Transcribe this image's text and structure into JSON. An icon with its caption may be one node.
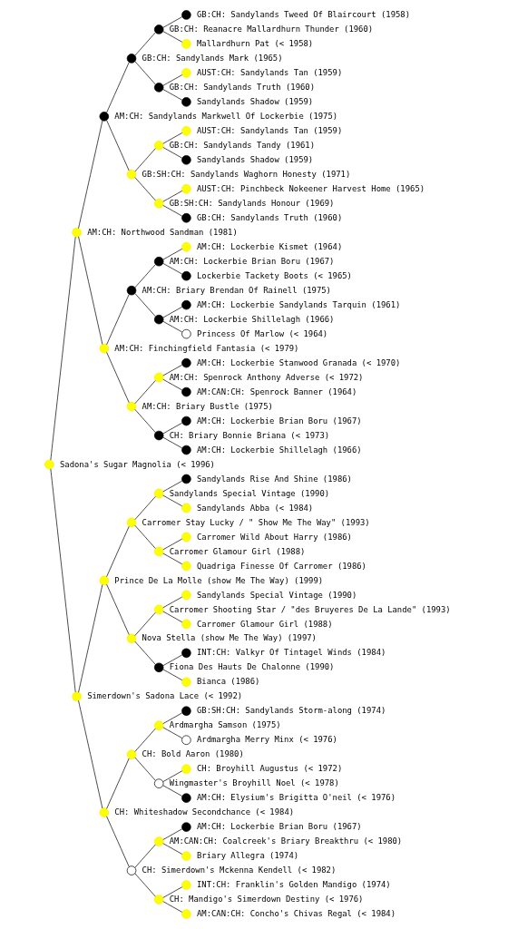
{
  "diagram": {
    "nodes": [
      {
        "text": [],
        "shape": "circle",
        "beside": [
          "GB:CH: Sandylands Tweed Of Blaircourt (1958)"
        ]
      },
      {
        "text": [],
        "shape": "circle",
        "beside": [
          "GB:CH: Reanacre Mallardhurn Thunder (1960)"
        ]
      },
      {
        "text": [],
        "shape": "circle",
        "beside": [
          "Mallardhurn Pat (< 1958)"
        ]
      },
      {
        "text": [],
        "shape": "circle",
        "beside": [
          "GB:CH: Sandylands Mark (1965)"
        ]
      },
      {
        "text": [],
        "shape": "circle",
        "beside": [
          "AUST:CH: Sandylands Tan (1959)"
        ]
      },
      {
        "text": [],
        "shape": "circle",
        "beside": [
          "GB:CH: Sandylands Truth (1960)"
        ]
      },
      {
        "text": [],
        "shape": "circle",
        "beside": [
          "Sandylands Shadow (1959)"
        ]
      },
      {
        "text": [],
        "shape": "circle",
        "beside": [
          "AM:CH: Sandylands Markwell Of Lockerbie (1975)"
        ]
      },
      {
        "text": [],
        "shape": "circle",
        "beside": [
          "AUST:CH: Sandylands Tan (1959)"
        ]
      },
      {
        "text": [],
        "shape": "circle",
        "beside": [
          "GB:CH: Sandylands Tandy (1961)"
        ]
      },
      {
        "text": [],
        "shape": "circle",
        "beside": [
          "Sandylands Shadow (1959)"
        ]
      },
      {
        "text": [],
        "shape": "circle",
        "beside": [
          "GB:SH:CH: Sandylands Waghorn Honesty (1971)"
        ]
      },
      {
        "text": [],
        "shape": "circle",
        "beside": [
          "AUST:CH: Pinchbeck Nokeener Harvest Home (1965)"
        ]
      },
      {
        "text": [],
        "shape": "circle",
        "beside": [
          "GB:SH:CH: Sandylands Honour (1969)"
        ]
      },
      {
        "text": [],
        "shape": "circle",
        "beside": [
          "GB:CH: Sandylands Truth (1960)"
        ]
      },
      {
        "text": [],
        "shape": "circle",
        "beside": [
          "AM:CH: Northwood Sandman (1981)"
        ]
      },
      {
        "text": [],
        "shape": "circle",
        "beside": [
          "AM:CH: Lockerbie Kismet (1964)"
        ]
      },
      {
        "text": [],
        "shape": "circle",
        "beside": [
          "AM:CH: Lockerbie Brian Boru (1967)"
        ]
      },
      {
        "text": [],
        "shape": "circle",
        "beside": [
          "Lockerbie Tackety Boots (< 1965)"
        ]
      },
      {
        "text": [],
        "shape": "circle",
        "beside": [
          "AM:CH: Briary Brendan Of Rainell (1975)"
        ]
      },
      {
        "text": [],
        "shape": "circle",
        "beside": [
          "AM:CH: Lockerbie Sandylands Tarquin (1961)"
        ]
      },
      {
        "text": [],
        "shape": "circle",
        "beside": [
          "AM:CH: Lockerbie Shillelagh (1966)"
        ]
      },
      {
        "text": [],
        "shape": "circle",
        "beside": [
          "Princess Of Marlow (< 1964)"
        ]
      },
      {
        "text": [],
        "shape": "circle",
        "beside": [
          "AM:CH: Finchingfield Fantasia (< 1979)"
        ]
      },
      {
        "text": [],
        "shape": "circle",
        "beside": [
          "AM:CH: Lockerbie Stanwood Granada (< 1970)"
        ]
      },
      {
        "text": [],
        "shape": "circle",
        "beside": [
          "AM:CH: Spenrock Anthony Adverse (< 1972)"
        ]
      },
      {
        "text": [],
        "shape": "circle",
        "beside": [
          "AM:CAN:CH: Spenrock Banner (1964)"
        ]
      },
      {
        "text": [],
        "shape": "circle",
        "beside": [
          "AM:CH: Briary Bustle (1975)"
        ]
      },
      {
        "text": [],
        "shape": "circle",
        "beside": [
          "AM:CH: Lockerbie Brian Boru (1967)"
        ]
      },
      {
        "text": [],
        "shape": "circle",
        "beside": [
          "CH: Briary Bonnie Briana (< 1973)"
        ]
      },
      {
        "text": [],
        "shape": "circle",
        "beside": [
          "AM:CH: Lockerbie Shillelagh (1966)"
        ]
      },
      {
        "text": [],
        "shape": "circle",
        "beside": [
          "Sadona's Sugar Magnolia (< 1996)"
        ]
      },
      {
        "text": [],
        "shape": "circle",
        "beside": [
          "Sandylands Rise And Shine (1986)"
        ]
      },
      {
        "text": [],
        "shape": "circle",
        "beside": [
          "Sandylands Special Vintage (1990)"
        ]
      },
      {
        "text": [],
        "shape": "circle",
        "beside": [
          "Sandylands Abba (< 1984)"
        ]
      },
      {
        "text": [],
        "shape": "circle",
        "beside": [
          "Carromer Stay Lucky / \" Show Me The Way\" (1993)"
        ]
      },
      {
        "text": [],
        "shape": "circle",
        "beside": [
          "Carromer Wild About Harry (1986)"
        ]
      },
      {
        "text": [],
        "shape": "circle",
        "beside": [
          "Carromer Glamour Girl (1988)"
        ]
      },
      {
        "text": [],
        "shape": "circle",
        "beside": [
          "Quadriga Finesse Of Carromer (1986)"
        ]
      },
      {
        "text": [],
        "shape": "circle",
        "beside": [
          "Prince De La Molle (show Me The Way) (1999)"
        ]
      },
      {
        "text": [],
        "shape": "circle",
        "beside": [
          "Sandylands Special Vintage (1990)"
        ]
      },
      {
        "text": [],
        "shape": "circle",
        "beside": [
          "Carromer Shooting Star / \"des Bruyeres De La Lande\" (1993)"
        ]
      },
      {
        "text": [],
        "shape": "circle",
        "beside": [
          "Carromer Glamour Girl (1988)"
        ]
      },
      {
        "text": [],
        "shape": "circle",
        "beside": [
          "Nova Stella (show Me The Way) (1997)"
        ]
      },
      {
        "text": [],
        "shape": "circle",
        "beside": [
          "INT:CH: Valkyr Of Tintagel Winds (1984)"
        ]
      },
      {
        "text": [],
        "shape": "circle",
        "beside": [
          "Fiona Des Hauts De Chalonne (1990)"
        ]
      },
      {
        "text": [],
        "shape": "circle",
        "beside": [
          "Bianca (1986)"
        ]
      },
      {
        "text": [],
        "shape": "circle",
        "beside": [
          "Simerdown's Sadona Lace (< 1992)"
        ]
      },
      {
        "text": [],
        "shape": "circle",
        "beside": [
          "GB:SH:CH: Sandylands Storm-along (1974)"
        ]
      },
      {
        "text": [],
        "shape": "circle",
        "beside": [
          "Ardmargha Samson (1975)"
        ]
      },
      {
        "text": [],
        "shape": "circle",
        "beside": [
          "Ardmargha Merry Minx (< 1976)"
        ]
      },
      {
        "text": [],
        "shape": "circle",
        "beside": [
          "CH: Bold Aaron (1980)"
        ]
      },
      {
        "text": [],
        "shape": "circle",
        "beside": [
          "CH: Broyhill Augustus (< 1972)"
        ]
      },
      {
        "text": [],
        "shape": "circle",
        "beside": [
          "Wingmaster's Broyhill Noel (< 1978)"
        ]
      },
      {
        "text": [],
        "shape": "circle",
        "beside": [
          "AM:CH: Elysium's Brigitta O'neil (< 1976)"
        ]
      },
      {
        "text": [],
        "shape": "circle",
        "beside": [
          "CH: Whiteshadow Secondchance (< 1984)"
        ]
      },
      {
        "text": [],
        "shape": "circle",
        "beside": [
          "AM:CH: Lockerbie Brian Boru (1967)"
        ]
      },
      {
        "text": [],
        "shape": "circle",
        "beside": [
          "AM:CAN:CH: Coalcreek's Briary Breakthru (< 1980)"
        ]
      },
      {
        "text": [],
        "shape": "circle",
        "beside": [
          "Briary Allegra (1974)"
        ]
      },
      {
        "text": [],
        "shape": "circle",
        "beside": [
          "CH: Simerdown's Mckenna Kendell (< 1982)"
        ]
      },
      {
        "text": [],
        "shape": "circle",
        "beside": [
          "INT:CH: Franklin's Golden Mandigo (1974)"
        ]
      },
      {
        "text": [],
        "shape": "circle",
        "beside": [
          "CH: Mandigo's Simerdown Destiny (< 1976)"
        ]
      },
      {
        "text": [],
        "shape": "circle",
        "beside": [
          "AM:CAN:CH: Concho's Chivas Regal (< 1984)"
        ]
      }
    ],
    "edges": [
      {
        "from": 1,
        "to": 0,
        "arrow": "none"
      },
      {
        "from": 1,
        "to": 2,
        "arrow": "none"
      },
      {
        "from": 3,
        "to": 1,
        "arrow": "none"
      },
      {
        "from": 3,
        "to": 5,
        "arrow": "none"
      },
      {
        "from": 5,
        "to": 4,
        "arrow": "none"
      },
      {
        "from": 5,
        "to": 6,
        "arrow": "none"
      },
      {
        "from": 7,
        "to": 3,
        "arrow": "none"
      },
      {
        "from": 7,
        "to": 11,
        "arrow": "none"
      },
      {
        "from": 9,
        "to": 8,
        "arrow": "none"
      },
      {
        "from": 9,
        "to": 10,
        "arrow": "none"
      },
      {
        "from": 11,
        "to": 9,
        "arrow": "none"
      },
      {
        "from": 11,
        "to": 13,
        "arrow": "none"
      },
      {
        "from": 13,
        "to": 12,
        "arrow": "none"
      },
      {
        "from": 13,
        "to": 14,
        "arrow": "none"
      },
      {
        "from": 15,
        "to": 7,
        "arrow": "none"
      },
      {
        "from": 15,
        "to": 23,
        "arrow": "none"
      },
      {
        "from": 17,
        "to": 16,
        "arrow": "none"
      },
      {
        "from": 17,
        "to": 18,
        "arrow": "none"
      },
      {
        "from": 19,
        "to": 17,
        "arrow": "none"
      },
      {
        "from": 19,
        "to": 21,
        "arrow": "none"
      },
      {
        "from": 21,
        "to": 20,
        "arrow": "none"
      },
      {
        "from": 21,
        "to": 22,
        "arrow": "none"
      },
      {
        "from": 23,
        "to": 19,
        "arrow": "none"
      },
      {
        "from": 23,
        "to": 27,
        "arrow": "none"
      },
      {
        "from": 25,
        "to": 24,
        "arrow": "none"
      },
      {
        "from": 25,
        "to": 26,
        "arrow": "none"
      },
      {
        "from": 27,
        "to": 25,
        "arrow": "none"
      },
      {
        "from": 27,
        "to": 29,
        "arrow": "none"
      },
      {
        "from": 29,
        "to": 28,
        "arrow": "none"
      },
      {
        "from": 29,
        "to": 30,
        "arrow": "none"
      },
      {
        "from": 31,
        "to": 15,
        "arrow": "none"
      },
      {
        "from": 31,
        "to": 47,
        "arrow": "none"
      },
      {
        "from": 33,
        "to": 32,
        "arrow": "none"
      },
      {
        "from": 33,
        "to": 34,
        "arrow": "none"
      },
      {
        "from": 35,
        "to": 33,
        "arrow": "none"
      },
      {
        "from": 35,
        "to": 37,
        "arrow": "none"
      },
      {
        "from": 37,
        "to": 36,
        "arrow": "none"
      },
      {
        "from": 37,
        "to": 38,
        "arrow": "none"
      },
      {
        "from": 39,
        "to": 35,
        "arrow": "none"
      },
      {
        "from": 39,
        "to": 43,
        "arrow": "none"
      },
      {
        "from": 41,
        "to": 40,
        "arrow": "none"
      },
      {
        "from": 41,
        "to": 42,
        "arrow": "none"
      },
      {
        "from": 43,
        "to": 41,
        "arrow": "none"
      },
      {
        "from": 43,
        "to": 45,
        "arrow": "none"
      },
      {
        "from": 45,
        "to": 44,
        "arrow": "none"
      },
      {
        "from": 45,
        "to": 46,
        "arrow": "none"
      },
      {
        "from": 47,
        "to": 39,
        "arrow": "none"
      },
      {
        "from": 47,
        "to": 55,
        "arrow": "none"
      },
      {
        "from": 49,
        "to": 48,
        "arrow": "none"
      },
      {
        "from": 49,
        "to": 50,
        "arrow": "none"
      },
      {
        "from": 51,
        "to": 49,
        "arrow": "none"
      },
      {
        "from": 51,
        "to": 53,
        "arrow": "none"
      },
      {
        "from": 53,
        "to": 52,
        "arrow": "none"
      },
      {
        "from": 53,
        "to": 54,
        "arrow": "none"
      },
      {
        "from": 55,
        "to": 51,
        "arrow": "none"
      },
      {
        "from": 55,
        "to": 59,
        "arrow": "none"
      },
      {
        "from": 57,
        "to": 56,
        "arrow": "none"
      },
      {
        "from": 57,
        "to": 58,
        "arrow": "none"
      },
      {
        "from": 59,
        "to": 57,
        "arrow": "none"
      },
      {
        "from": 59,
        "to": 61,
        "arrow": "none"
      },
      {
        "from": 61,
        "to": 60,
        "arrow": "none"
      },
      {
        "from": 61,
        "to": 62,
        "arrow": "none"
      }
    ]
  }
}
